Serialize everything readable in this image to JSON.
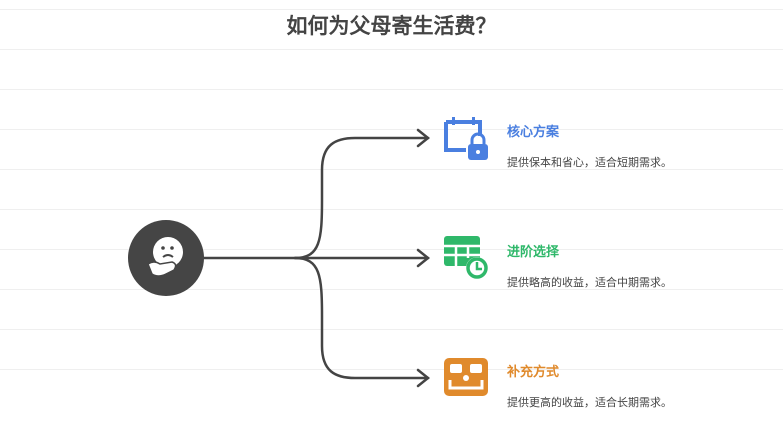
{
  "title": "如何为父母寄生活费？",
  "branches": [
    {
      "heading": "核心方案",
      "desc": "提供保本和省心，适合短期需求。",
      "color": "#4a7fe0",
      "icon": "calendar-lock-icon"
    },
    {
      "heading": "进阶选择",
      "desc": "提供略高的收益，适合中期需求。",
      "color": "#2fb86a",
      "icon": "table-clock-icon"
    },
    {
      "heading": "补充方式",
      "desc": "提供更高的收益，适合长期需求。",
      "color": "#e08a2c",
      "icon": "treasure-chest-icon"
    }
  ]
}
